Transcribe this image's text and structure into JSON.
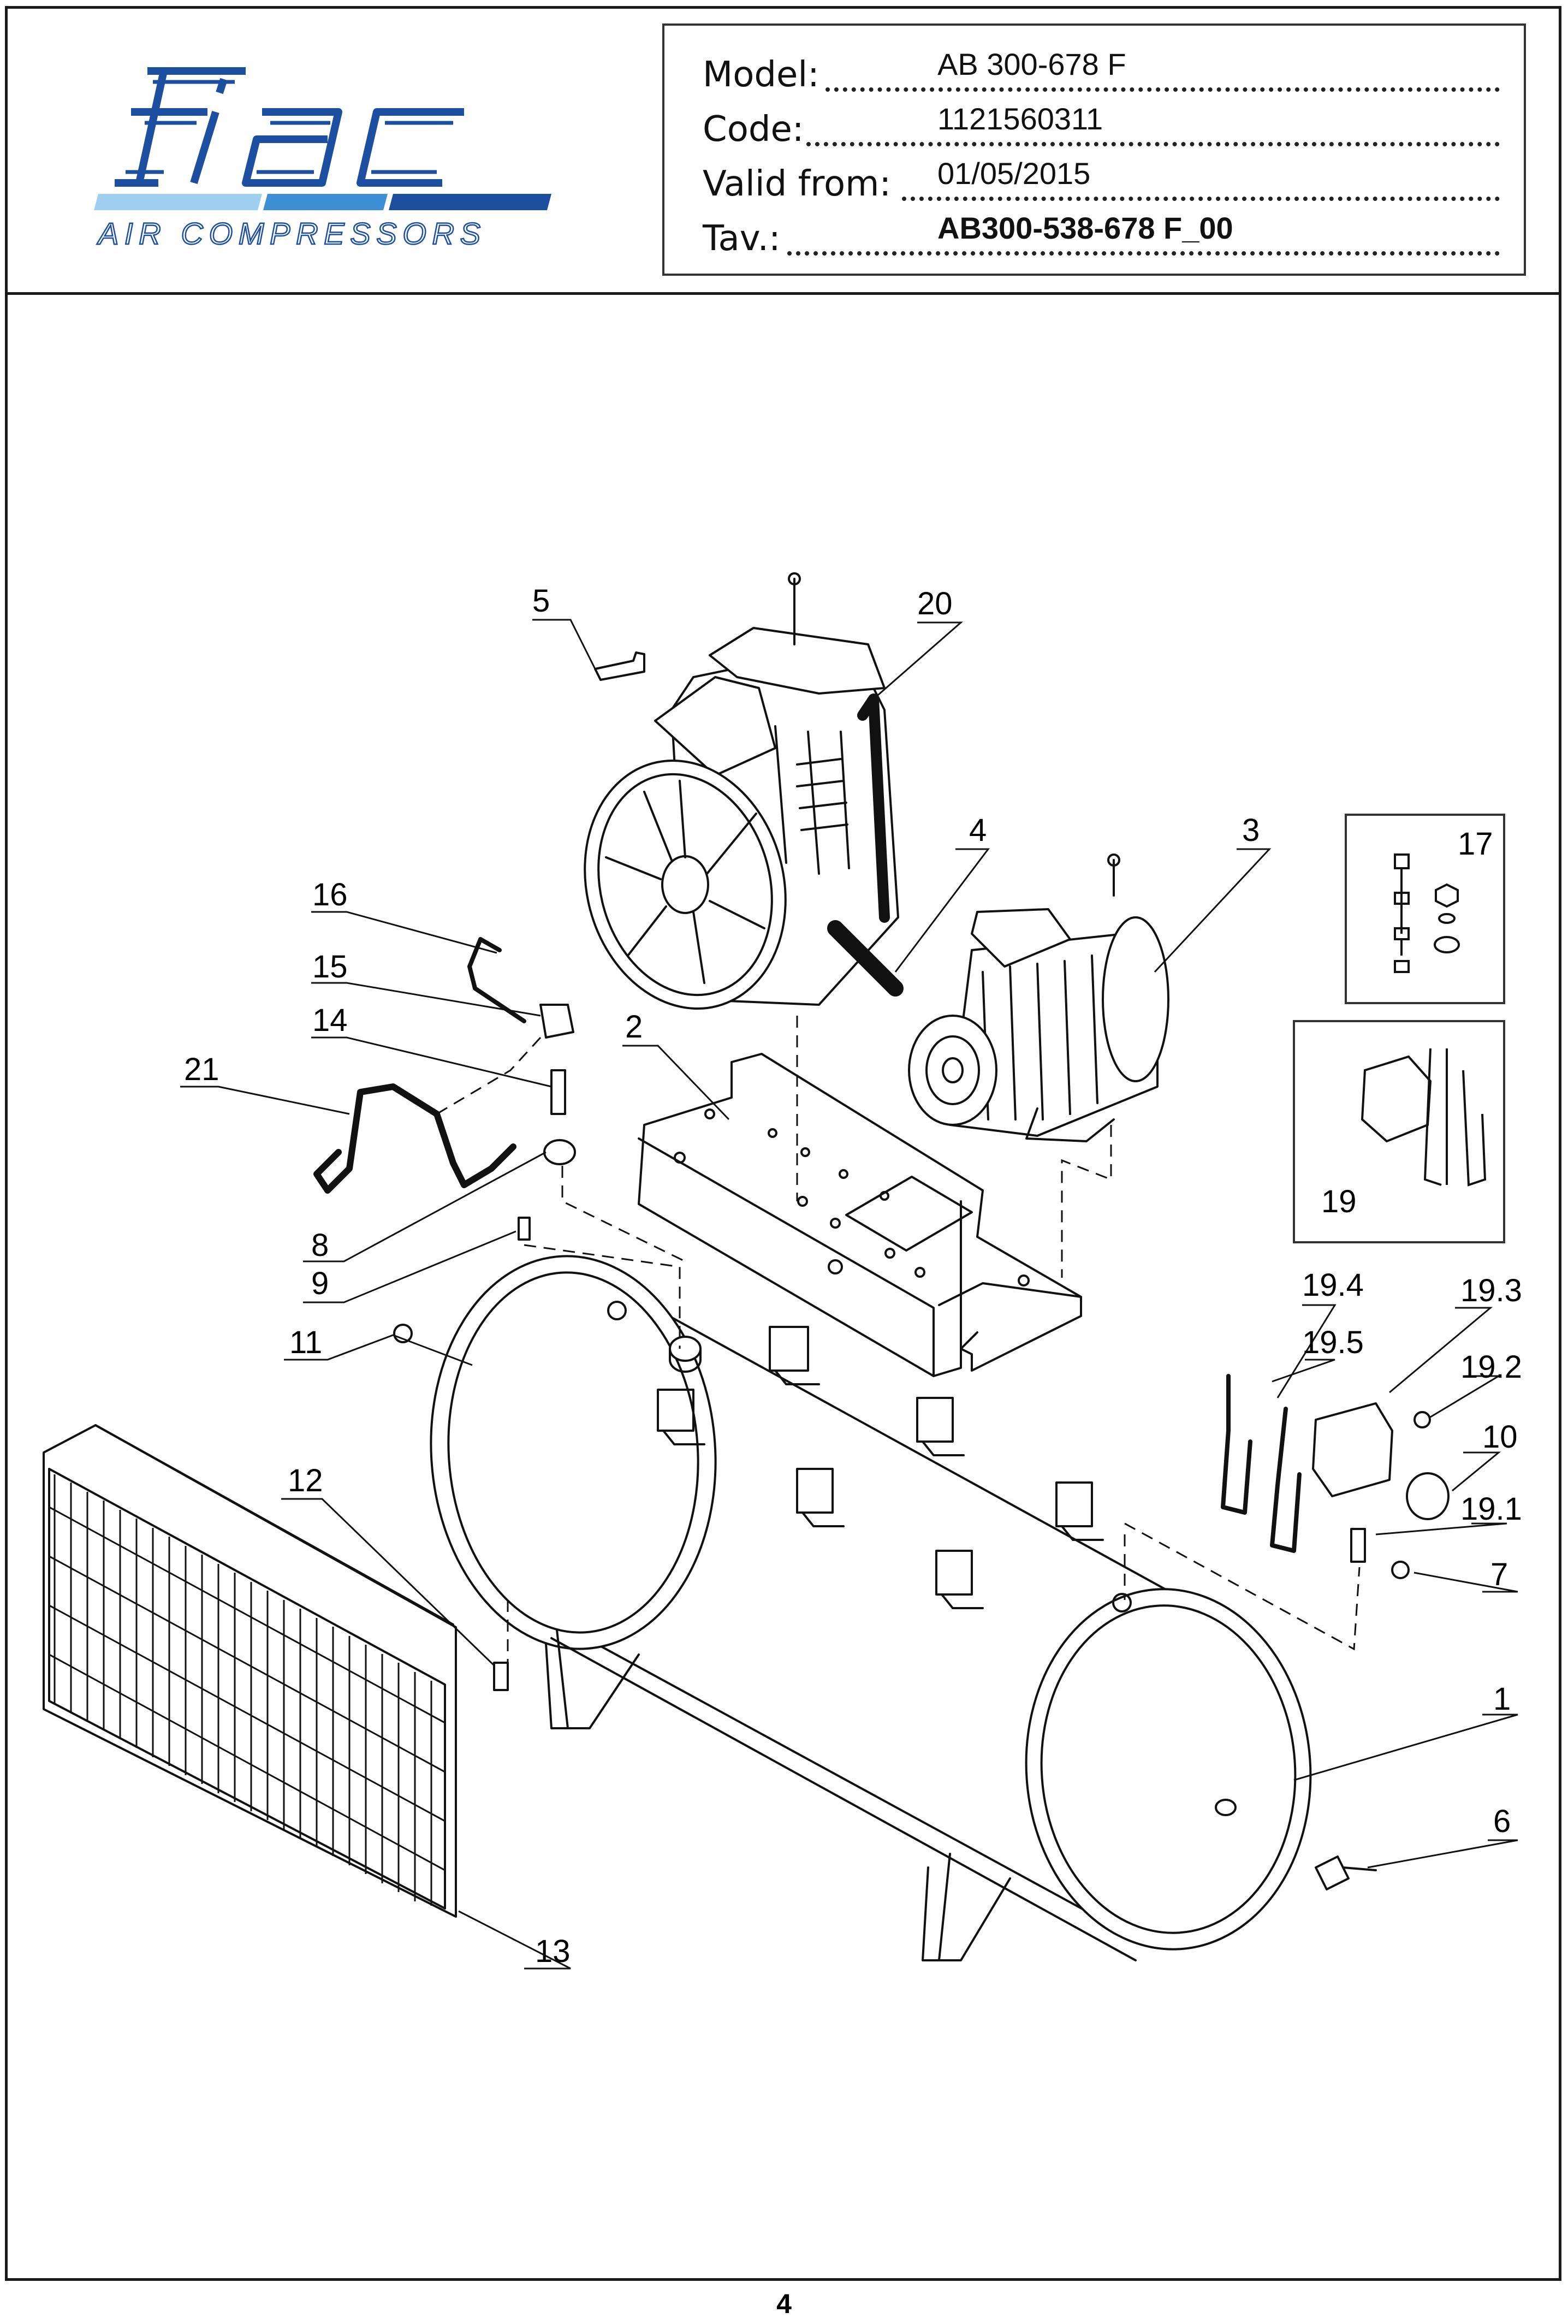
{
  "brand": {
    "logo_text": "fiac",
    "tagline": "AIR COMPRESSORS",
    "colors": {
      "primary": "#1c4fa0",
      "light": "#8ec6ec",
      "mid": "#3d8fd6"
    }
  },
  "info": {
    "model_label": "Model:",
    "model_value": "AB 300-678 F",
    "code_label": "Code:",
    "code_value": "1121560311",
    "valid_label": "Valid from:",
    "valid_value": "01/05/2015",
    "tav_label": "Tav.:",
    "tav_value": "AB300-538-678 F_00"
  },
  "part_labels": {
    "p1": "1",
    "p2": "2",
    "p3": "3",
    "p4": "4",
    "p5": "5",
    "p6": "6",
    "p7": "7",
    "p8": "8",
    "p9": "9",
    "p10": "10",
    "p11": "11",
    "p12": "12",
    "p13": "13",
    "p14": "14",
    "p15": "15",
    "p16": "16",
    "p17": "17",
    "p19": "19",
    "p19_1": "19.1",
    "p19_2": "19.2",
    "p19_3": "19.3",
    "p19_4": "19.4",
    "p19_5": "19.5",
    "p20": "20",
    "p21": "21"
  },
  "page": {
    "number": "4"
  }
}
